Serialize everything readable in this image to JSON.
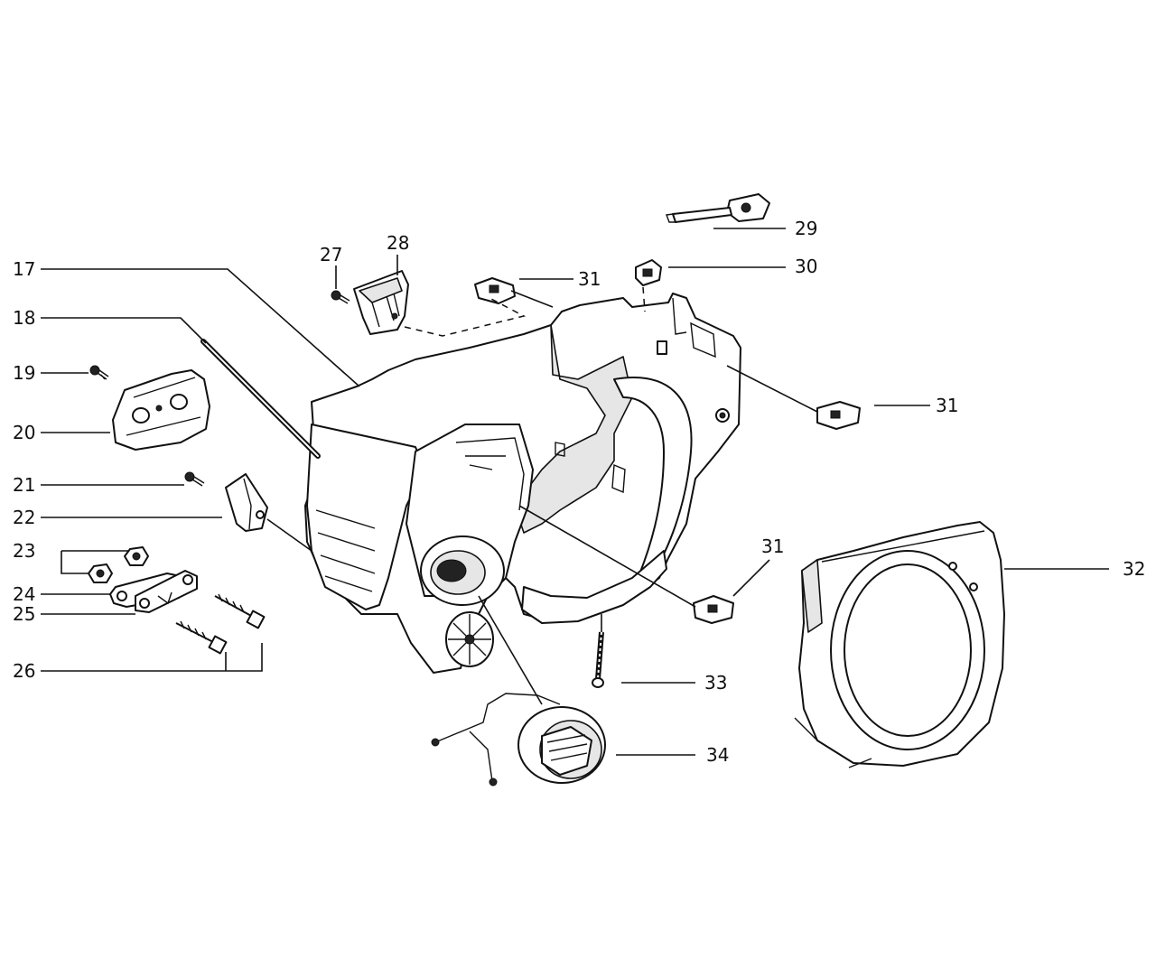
{
  "callouts": {
    "c17": "17",
    "c18": "18",
    "c19": "19",
    "c20": "20",
    "c21": "21",
    "c22": "22",
    "c23": "23",
    "c24": "24",
    "c25": "25",
    "c26": "26",
    "c27": "27",
    "c28": "28",
    "c29": "29",
    "c30": "30",
    "c31a": "31",
    "c31b": "31",
    "c31c": "31",
    "c32": "32",
    "c33": "33",
    "c34": "34"
  },
  "colors": {
    "ink": "#111111",
    "paper": "#ffffff",
    "shade": "#e6e6e6"
  }
}
